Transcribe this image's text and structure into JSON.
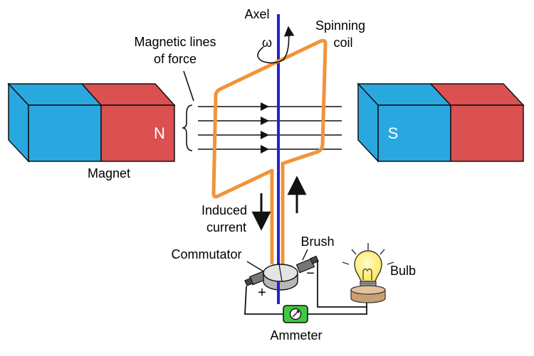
{
  "labels": {
    "axel": "Axel",
    "omega": "ω",
    "spinning_coil_line1": "Spinning",
    "spinning_coil_line2": "coil",
    "lines_of_force_line1": "Magnetic lines",
    "lines_of_force_line2": "of force",
    "magnet": "Magnet",
    "north": "N",
    "south": "S",
    "induced_current_line1": "Induced",
    "induced_current_line2": "current",
    "brush": "Brush",
    "commutator": "Commutator",
    "bulb": "Bulb",
    "ammeter": "Ammeter",
    "plus": "+",
    "minus": "−"
  },
  "colors": {
    "magnet_blue": "#29a8e0",
    "magnet_red": "#db5050",
    "coil": "#f0943a",
    "axle": "#2a1fd0",
    "ammeter": "#3ec93e",
    "bulb_glass": "#fff27a",
    "bulb_base": "#d8b48c",
    "wire": "#111111"
  }
}
